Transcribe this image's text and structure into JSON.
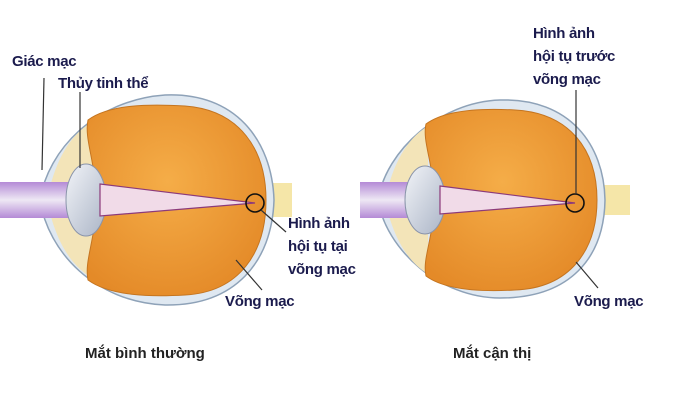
{
  "normal_eye": {
    "caption": "Mắt bình thường",
    "labels": {
      "cornea": "Giác mạc",
      "lens": "Thủy tinh thể",
      "focus_line1": "Hình ảnh",
      "focus_line2": "hội tụ tại",
      "focus_line3": "võng mạc",
      "retina": "Võng mạc"
    }
  },
  "myopic_eye": {
    "caption": "Mắt cận thị",
    "labels": {
      "focus_line1": "Hình ảnh",
      "focus_line2": "hội tụ trước",
      "focus_line3": "võng mạc",
      "retina": "Võng mạc"
    }
  },
  "colors": {
    "vitreous": "#f0a23c",
    "sclera": "#d8e3ee",
    "light_beam": "#c9a6e0",
    "label_text": "#1b1b4d"
  }
}
